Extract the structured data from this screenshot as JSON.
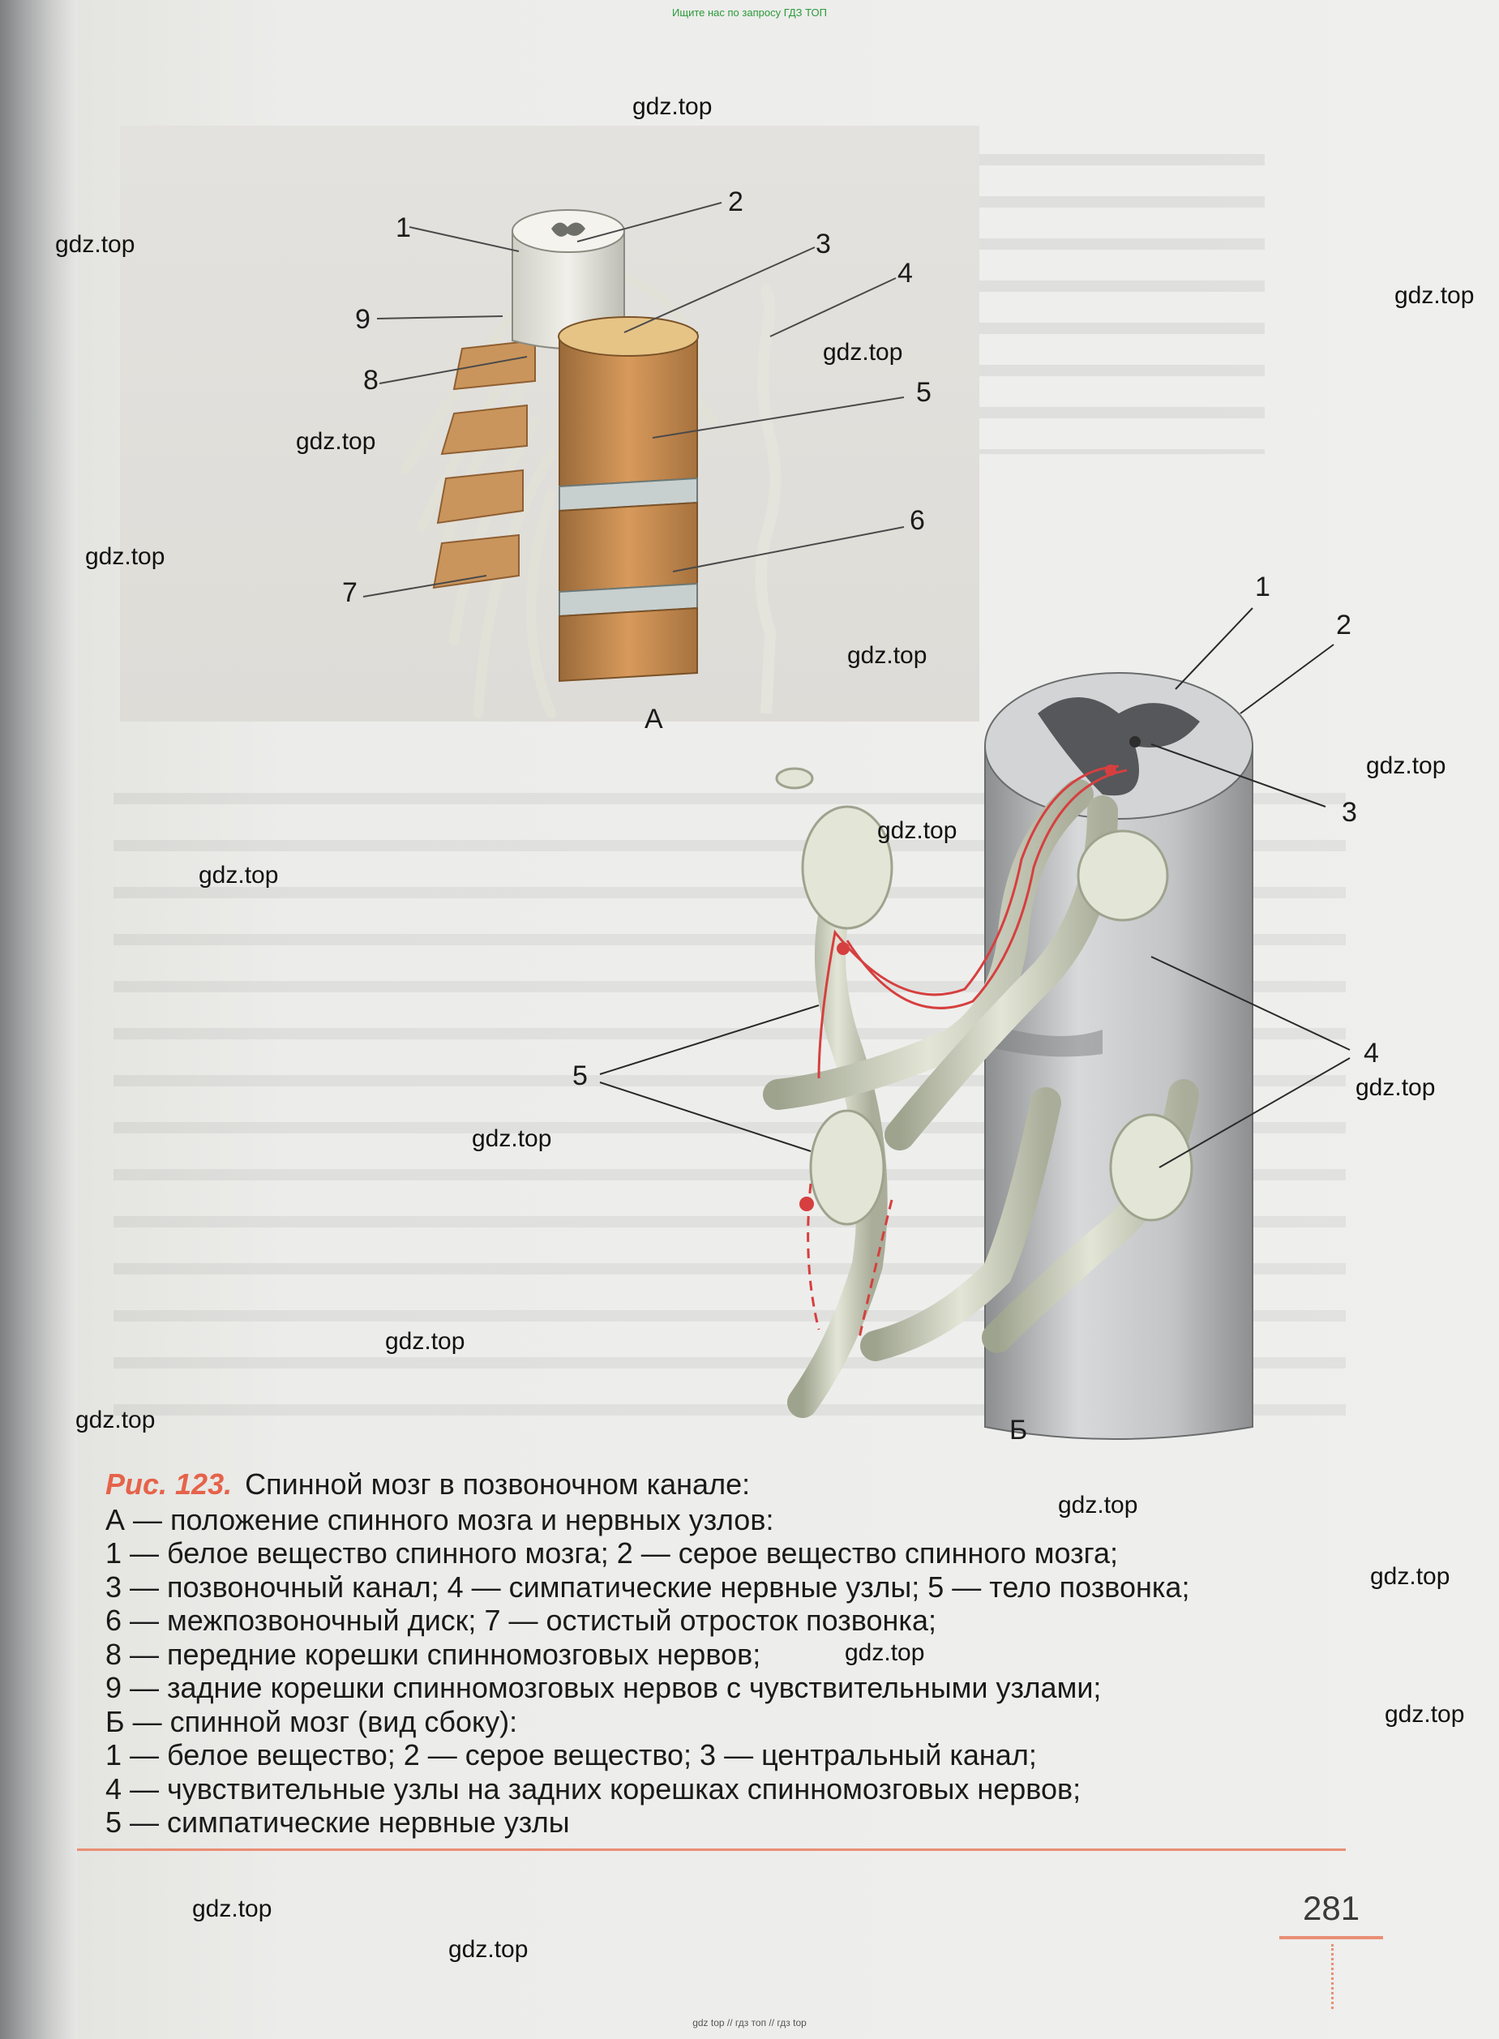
{
  "top_note": "Ищите нас по запросу ГДЗ ТОП",
  "bottom_note": "gdz top // гдз топ // гдз top",
  "watermarks": [
    "gdz.top",
    "gdz.top",
    "gdz.top",
    "gdz.top",
    "gdz.top",
    "gdz.top",
    "gdz.top",
    "gdz.top",
    "gdz.top",
    "gdz.top",
    "gdz.top",
    "gdz.top",
    "gdz.top",
    "gdz.top",
    "gdz.top",
    "gdz.top",
    "gdz.top",
    "gdz.top",
    "gdz.top",
    "gdz.top"
  ],
  "figure": {
    "label_a": "А",
    "label_b": "Б",
    "callouts_a": [
      "1",
      "2",
      "3",
      "4",
      "5",
      "6",
      "7",
      "8",
      "9"
    ],
    "callouts_b": [
      "1",
      "2",
      "3",
      "4",
      "5"
    ]
  },
  "caption": {
    "fig_number": "Рис. 123.",
    "title": "Спинной мозг в позвоночном канале:",
    "lines": [
      "А — положение спинного мозга и нервных узлов:",
      "1 — белое вещество спинного мозга; 2 — серое вещество спинного мозга;",
      "3 — позвоночный канал;  4 — симпатические нервные узлы; 5 — тело позвонка;",
      "6 — межпозвоночный диск; 7 — остистый отросток позвонка;",
      "8 — передние корешки спинномозговых нервов;",
      "9 — задние корешки спинномозговых нервов с чувствительными узлами;",
      "Б — спинной мозг (вид сбоку):",
      "1 — белое вещество; 2 — серое вещество; 3 — центральный канал;",
      "4 — чувствительные узлы на задних корешках спинномозговых нервов;",
      "5 — симпатические нервные узлы"
    ]
  },
  "page_number": "281"
}
